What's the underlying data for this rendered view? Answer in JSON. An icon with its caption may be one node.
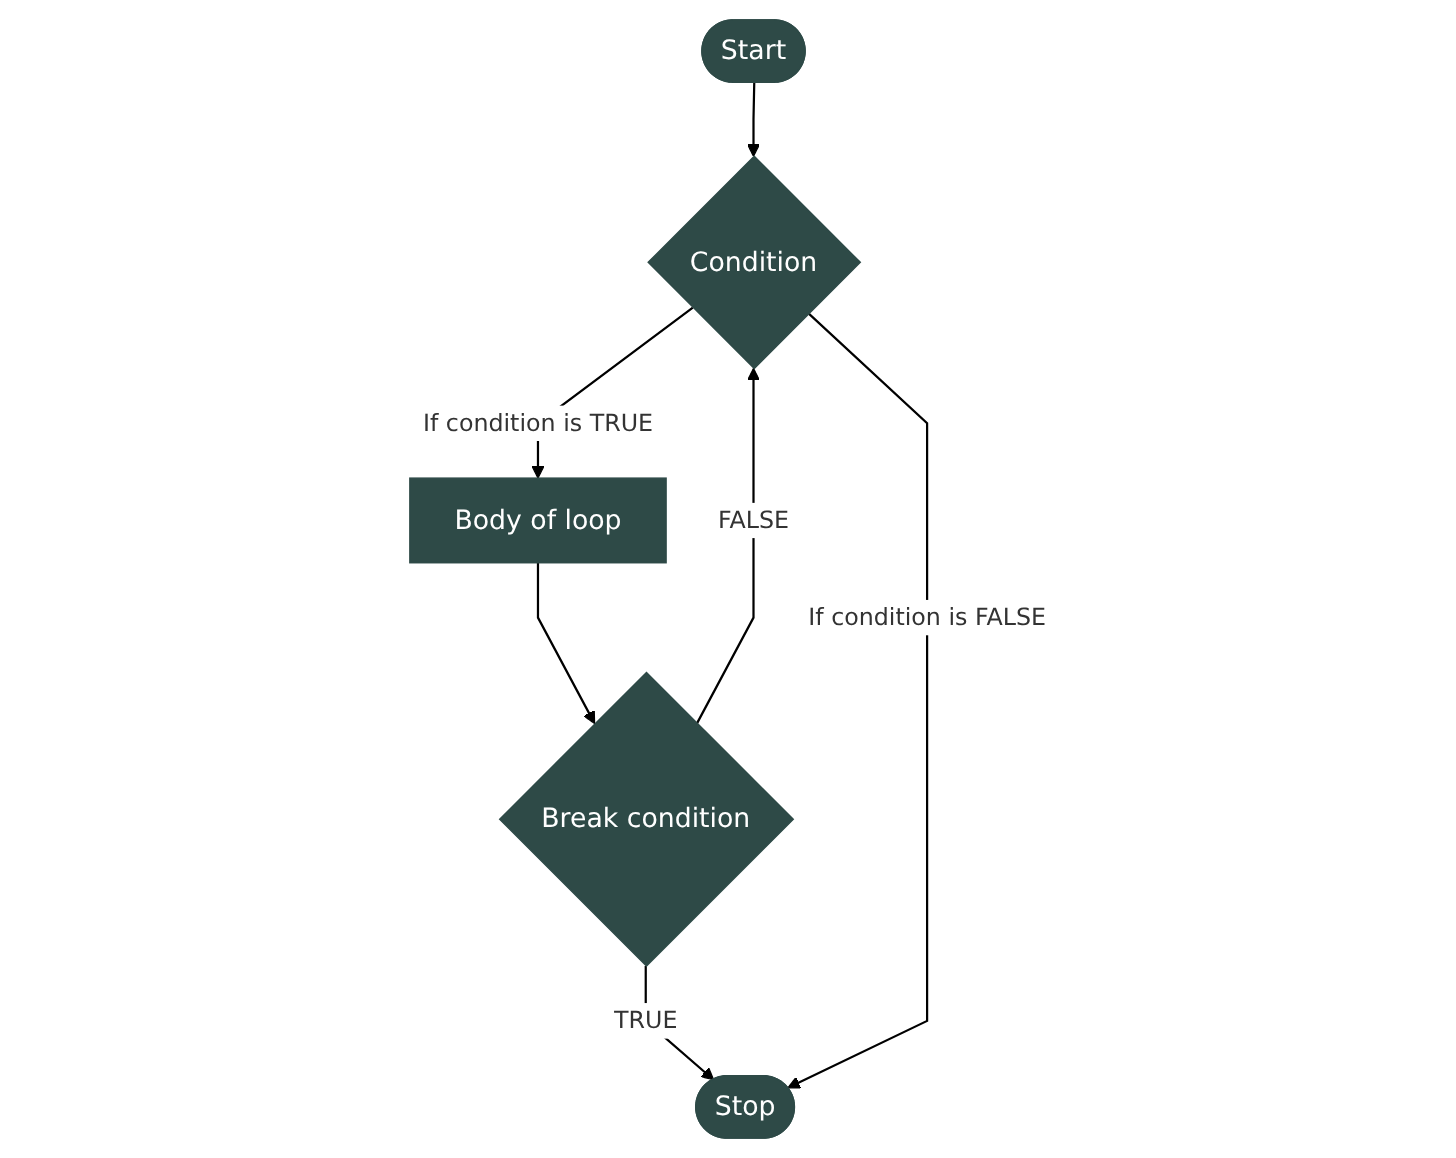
{
  "diagram": {
    "nodes": [
      {
        "text": [
          "Start"
        ]
      },
      {
        "text": [
          "Condition"
        ]
      },
      {
        "text": [
          "Body of loop"
        ]
      },
      {
        "text": [
          "Break condition"
        ]
      },
      {
        "text": [
          "Stop"
        ]
      }
    ],
    "edges": [
      {
        "from": 0,
        "to": 1,
        "arrow": "to"
      },
      {
        "from": 1,
        "to": 2,
        "arrow": "to",
        "label": "If condition is TRUE"
      },
      {
        "from": 2,
        "to": 3,
        "arrow": "to"
      },
      {
        "from": 3,
        "to": 1,
        "arrow": "to",
        "label": "FALSE"
      },
      {
        "from": 3,
        "to": 4,
        "arrow": "to",
        "label": "TRUE"
      },
      {
        "from": 1,
        "to": 4,
        "arrow": "to",
        "label": "If condition is FALSE"
      }
    ]
  }
}
